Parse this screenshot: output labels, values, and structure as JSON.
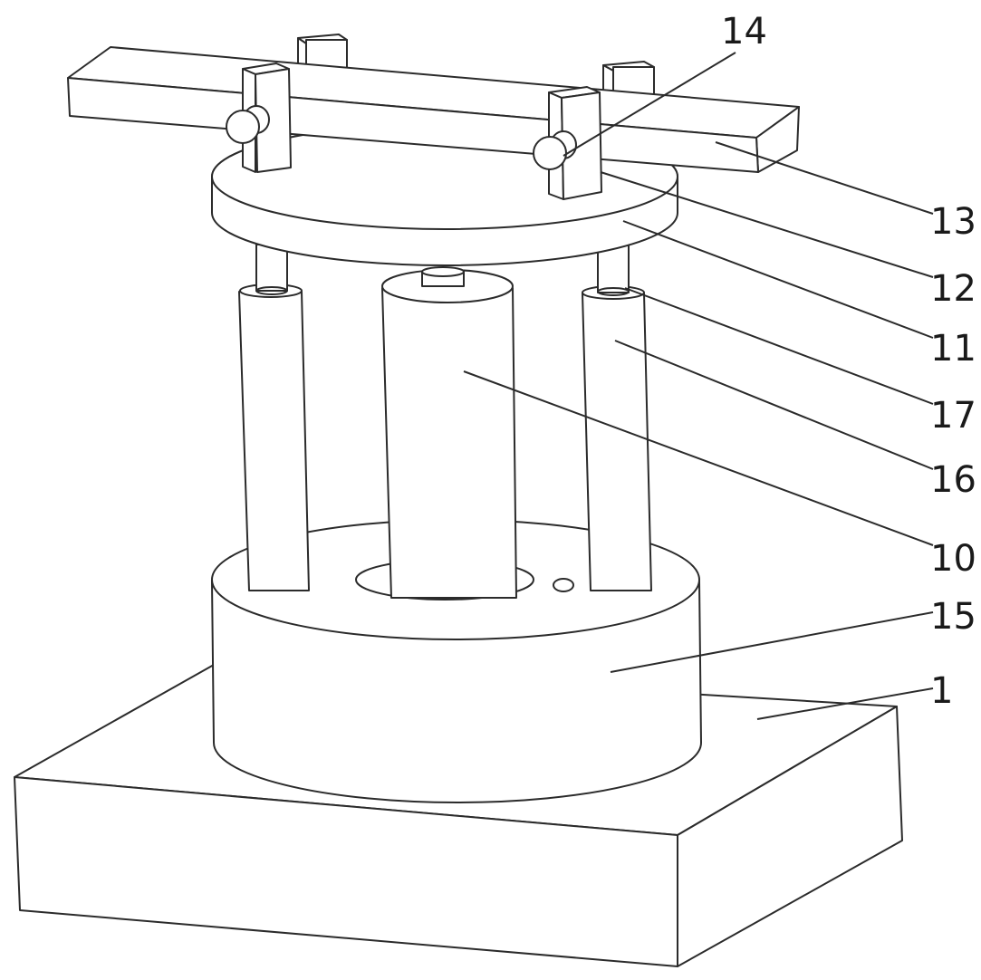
{
  "diagram": {
    "labels": {
      "base": "1",
      "center_column": "10",
      "top_plate": "11",
      "clamp_block": "12",
      "cross_bar": "13",
      "knob": "14",
      "lower_cylinder": "15",
      "cylinder_sleeve": "16",
      "piston_rod": "17"
    }
  }
}
